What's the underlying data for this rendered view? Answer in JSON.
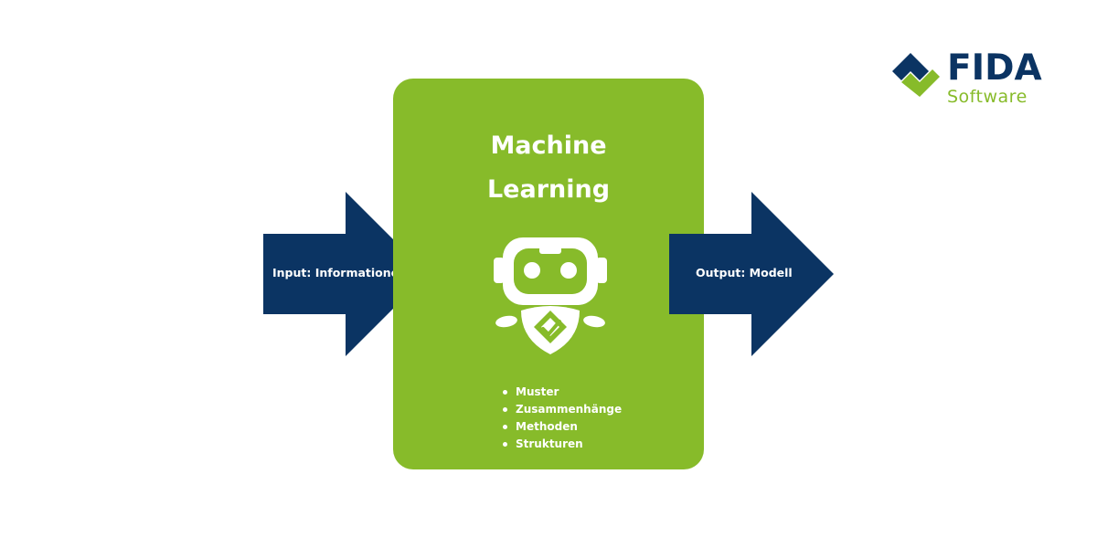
{
  "colors": {
    "navy": "#0b3463",
    "green": "#87bb2a",
    "white": "#ffffff"
  },
  "input_arrow": {
    "label": "Input: Informationen"
  },
  "output_arrow": {
    "label": "Output: Modell"
  },
  "center_box": {
    "title_line_1": "Machine",
    "title_line_2": "Learning",
    "icon": "robot-icon",
    "items": [
      "Muster",
      "Zusammenhänge",
      "Methoden",
      "Strukturen"
    ]
  },
  "logo": {
    "name": "FIDA",
    "subtitle": "Software",
    "icon": "fida-diamond-check-icon"
  }
}
